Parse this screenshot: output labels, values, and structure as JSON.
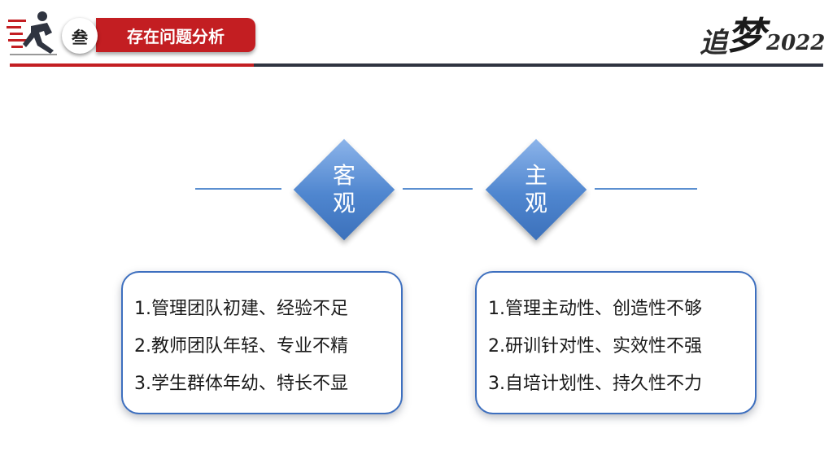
{
  "header": {
    "badge": "叁",
    "title": "存在问题分析",
    "logo": {
      "char1": "追",
      "char2": "梦",
      "year": "2022"
    }
  },
  "colors": {
    "accent_red": "#c31e22",
    "dark_rule": "#2f3440",
    "blue": "#4f86cf"
  },
  "diamonds": [
    {
      "line1": "客",
      "line2": "观"
    },
    {
      "line1": "主",
      "line2": "观"
    }
  ],
  "boxes": [
    {
      "items": [
        "1.管理团队初建、经验不足",
        "2.教师团队年轻、专业不精",
        "3.学生群体年幼、特长不显"
      ]
    },
    {
      "items": [
        "1.管理主动性、创造性不够",
        "2.研训针对性、实效性不强",
        "3.自培计划性、持久性不力"
      ]
    }
  ]
}
